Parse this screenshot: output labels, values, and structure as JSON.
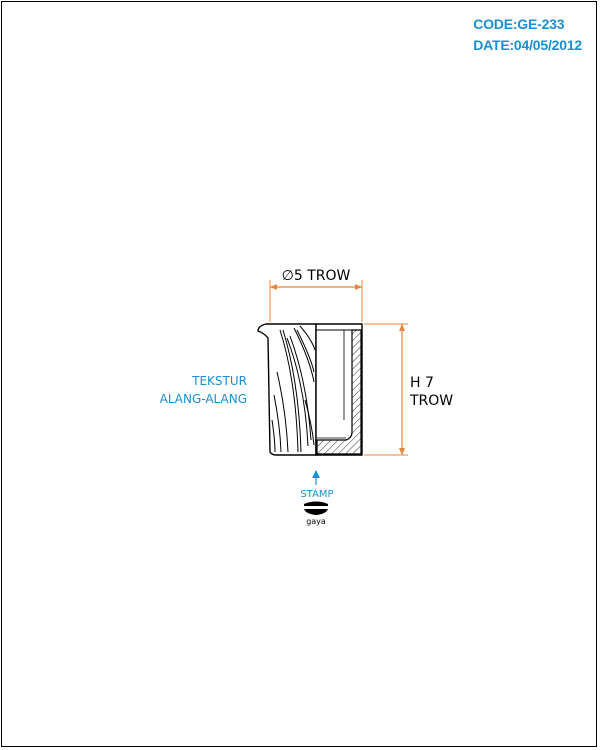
{
  "header": {
    "code": "CODE:GE-233",
    "date": "DATE:04/05/2012"
  },
  "dimensions": {
    "diameter_label": "∅5 TROW",
    "height_line1": "H 7",
    "height_line2": "TROW"
  },
  "annotations": {
    "texture_line1": "TEKSTUR",
    "texture_line2": "ALANG-ALANG",
    "stamp_label": "STAMP",
    "stamp_text": "gaya"
  },
  "colors": {
    "accent_blue": "#1b8fcf",
    "dimension_orange": "#e8843a",
    "outline": "#000000"
  }
}
